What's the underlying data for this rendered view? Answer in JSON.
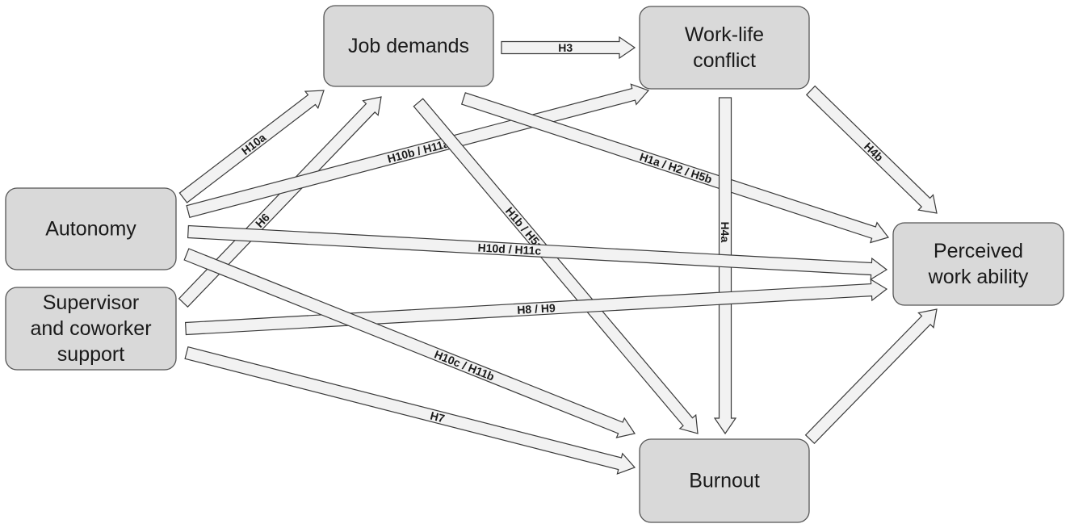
{
  "nodes": [
    {
      "id": "job-demands",
      "lines": [
        "Job demands"
      ]
    },
    {
      "id": "work-life-conflict",
      "lines": [
        "Work-life",
        "conflict"
      ]
    },
    {
      "id": "autonomy",
      "lines": [
        "Autonomy"
      ]
    },
    {
      "id": "supervisor-support",
      "lines": [
        "Supervisor",
        "and coworker",
        "support"
      ]
    },
    {
      "id": "perceived-work-ability",
      "lines": [
        "Perceived",
        "work ability"
      ]
    },
    {
      "id": "burnout",
      "lines": [
        "Burnout"
      ]
    }
  ],
  "arrows": [
    {
      "id": "h3",
      "label": "H3"
    },
    {
      "id": "h10a",
      "label": "H10a"
    },
    {
      "id": "h6",
      "label": "H6"
    },
    {
      "id": "h10b-h11a",
      "label": "H10b  /  H11a"
    },
    {
      "id": "h1a-h2-h5b",
      "label": "H1a  /  H2  /  H5b"
    },
    {
      "id": "h1b-h5a",
      "label": "H1b  /  H5a"
    },
    {
      "id": "h4a",
      "label": "H4a"
    },
    {
      "id": "h4b",
      "label": "H4b"
    },
    {
      "id": "h10d-h11c",
      "label": "H10d  /  H11c"
    },
    {
      "id": "h8-h9",
      "label": "H8  /  H9"
    },
    {
      "id": "h10c-h11b",
      "label": "H10c  /  H11b"
    },
    {
      "id": "h7",
      "label": "H7"
    },
    {
      "id": "burnout-to-wa",
      "label": ""
    }
  ],
  "colors": {
    "node_fill": "#d9d9d9",
    "node_stroke": "#555555",
    "arrow_fill": "#f2f2f2",
    "arrow_stroke": "#3a3a3a"
  }
}
